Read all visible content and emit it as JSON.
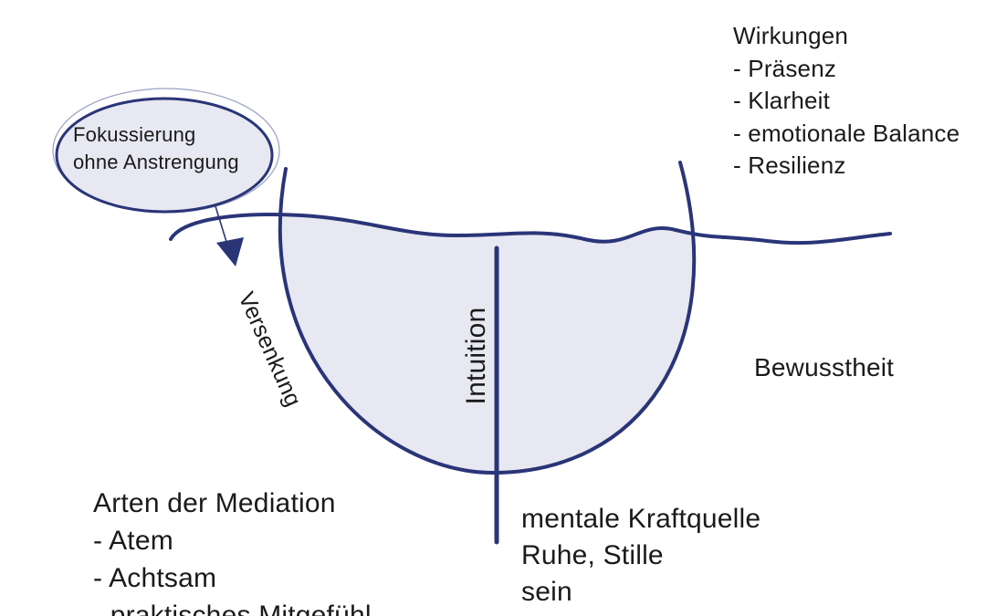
{
  "colors": {
    "navy": "#2a3578",
    "fill": "#e7e8f1",
    "text": "#1a1a1a"
  },
  "focus_bubble": {
    "lines": [
      "Fokussierung",
      "ohne Anstrengung"
    ]
  },
  "effects": {
    "heading": "Wirkungen",
    "items": [
      "- Präsenz",
      "- Klarheit",
      "- emotionale Balance",
      "- Resilienz"
    ]
  },
  "arrow_label": "Versenkung",
  "center_axis_label": "Intuition",
  "awareness_label": "Bewusstheit",
  "meditation_types": {
    "heading": "Arten der Mediation",
    "items": [
      "- Atem",
      "- Achtsam",
      "- praktisches Mitgefühl"
    ]
  },
  "source": {
    "lines": [
      "mentale Kraftquelle",
      "Ruhe, Stille",
      "sein"
    ]
  }
}
